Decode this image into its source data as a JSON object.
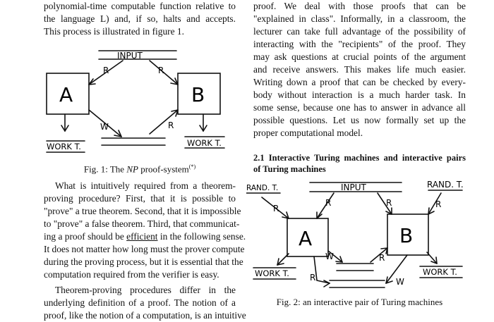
{
  "left": {
    "intro_lines": [
      "polynomial-time computable function relative to",
      "the language L) and, if so, halts and accepts.",
      "This process is illustrated in figure 1."
    ],
    "fig1": {
      "input_label": "INPUT",
      "box_a": "A",
      "box_b": "B",
      "work_a": "WORK T.",
      "work_b": "WORK T.",
      "arrow_r": "R",
      "arrow_w": "W"
    },
    "fig1_caption_prefix": "Fig. 1:  The ",
    "fig1_caption_np": "NP",
    "fig1_caption_suffix": " proof-system",
    "fig1_caption_mark": "(*)",
    "para1_lines": [
      "What is intuitively required from a theorem-",
      "proving procedure? First, that it is possible to",
      "\"prove\" a true theorem. Second, that it is impossible",
      "to \"prove\" a false theorem. Third, that communicat-"
    ],
    "para1_line5_prefix": "ing a proof should be ",
    "para1_line5_underlined": "efficient",
    "para1_line5_suffix": " in the following sense.",
    "para1_rest_lines": [
      "It does not matter how long must the prover compute",
      "during the proving process, but it is essential that the",
      "computation required from the verifier is easy."
    ],
    "para2_lines": [
      "Theorem-proving procedures differ in the",
      "underlying definition of a proof. The notion of a",
      "proof, like the notion of a computation, is an intuitive"
    ]
  },
  "right": {
    "para_lines": [
      "proof. We deal with those proofs that can be",
      "\"explained in class\". Informally, in a classroom, the",
      "lecturer can take full advantage of the possibility of",
      "interacting with the \"recipients\" of the proof. They",
      "may ask questions at crucial points of the argument",
      "and receive answers. This makes life much easier.",
      "Writing down a proof that can be checked by every-",
      "body without interaction is a much harder task. In",
      "some sense, because one has to answer in advance all",
      "possible questions. Let us now formally set up the",
      "proper computational model."
    ],
    "heading_lines": [
      "2.1  Interactive Turing machines and interactive pairs",
      "of Turing machines"
    ],
    "fig2": {
      "input_label": "INPUT",
      "rand_a": "RAND. T.",
      "rand_b": "RAND. T.",
      "box_a": "A",
      "box_b": "B",
      "work_a": "WORK T.",
      "work_b": "WORK T.",
      "arrow_r": "R",
      "arrow_w": "W"
    },
    "fig2_caption": "Fig. 2:  an interactive pair of Turing machines"
  }
}
